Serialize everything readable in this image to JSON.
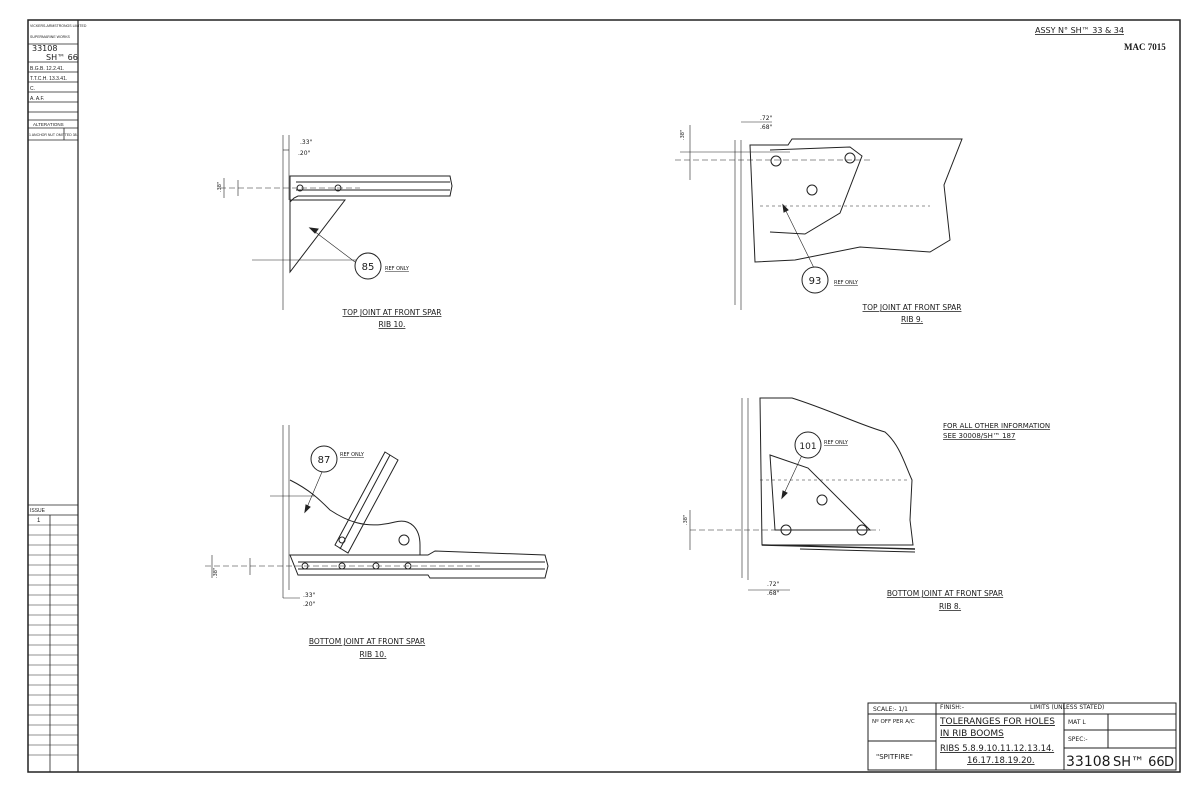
{
  "header": {
    "assy_ref": "ASSY N° SH™ 33 & 34",
    "mac_ref": "MAC 7015"
  },
  "side_strip": {
    "maker": "VICKERS-ARMSTRONGS LIMITED",
    "works": "SUPERMARINE WORKS",
    "drawing_no": "33108",
    "sheet_no": "SH™ 66",
    "row_b": "B.G.B. 12.2.41.",
    "row_t": "T.T.C.H. 13.3.41.",
    "row_c": "C.",
    "row_a": "A. A.F.",
    "alterations_label": "ALTERATIONS",
    "alteration_1": "1 ANCHOR NUT OMITTED 38.",
    "issue_label": "ISSUE",
    "issue_1": "1"
  },
  "views": [
    {
      "id": "top-rib10",
      "title": "TOP JOINT AT FRONT SPAR",
      "subtitle": "RIB 10.",
      "balloon": "85",
      "balloon_note": "REF ONLY",
      "dims": [
        ".33\"",
        ".20\"",
        ".38\""
      ]
    },
    {
      "id": "top-rib9",
      "title": "TOP JOINT AT FRONT SPAR",
      "subtitle": "RIB 9.",
      "balloon": "93",
      "balloon_note": "REF ONLY",
      "dims": [
        ".72\"",
        ".68\"",
        ".38\""
      ]
    },
    {
      "id": "bottom-rib10",
      "title": "BOTTOM JOINT AT FRONT SPAR",
      "subtitle": "RIB 10.",
      "balloon": "87",
      "balloon_note": "REF ONLY",
      "dims": [
        ".33\"",
        ".20\"",
        ".38\""
      ]
    },
    {
      "id": "bottom-rib8",
      "title": "BOTTOM JOINT AT FRONT SPAR",
      "subtitle": "RIB 8.",
      "balloon": "101",
      "balloon_note": "REF ONLY",
      "dims": [
        ".72\"",
        ".68\"",
        ".38\""
      ]
    }
  ],
  "note": {
    "line1": "FOR ALL OTHER INFORMATION",
    "line2": "SEE 30008/SH™ 187"
  },
  "title_block": {
    "scale": "SCALE:- 1/1",
    "finish": "FINISH:-",
    "limits": "LIMITS (UNLESS STATED)",
    "no_off": "Nº OFF PER A/C",
    "title1": "TOLERANGES FOR HOLES",
    "title2": "IN RIB BOOMS",
    "ribs1": "RIBS 5.8.9.10.11.12.13.14.",
    "ribs2": "16.17.18.19.20.",
    "project": "\"SPITFIRE\"",
    "mat": "MAT L",
    "spec": "SPEC:-",
    "number": "33108",
    "sheet": "SH™ 66",
    "rev": "D"
  }
}
